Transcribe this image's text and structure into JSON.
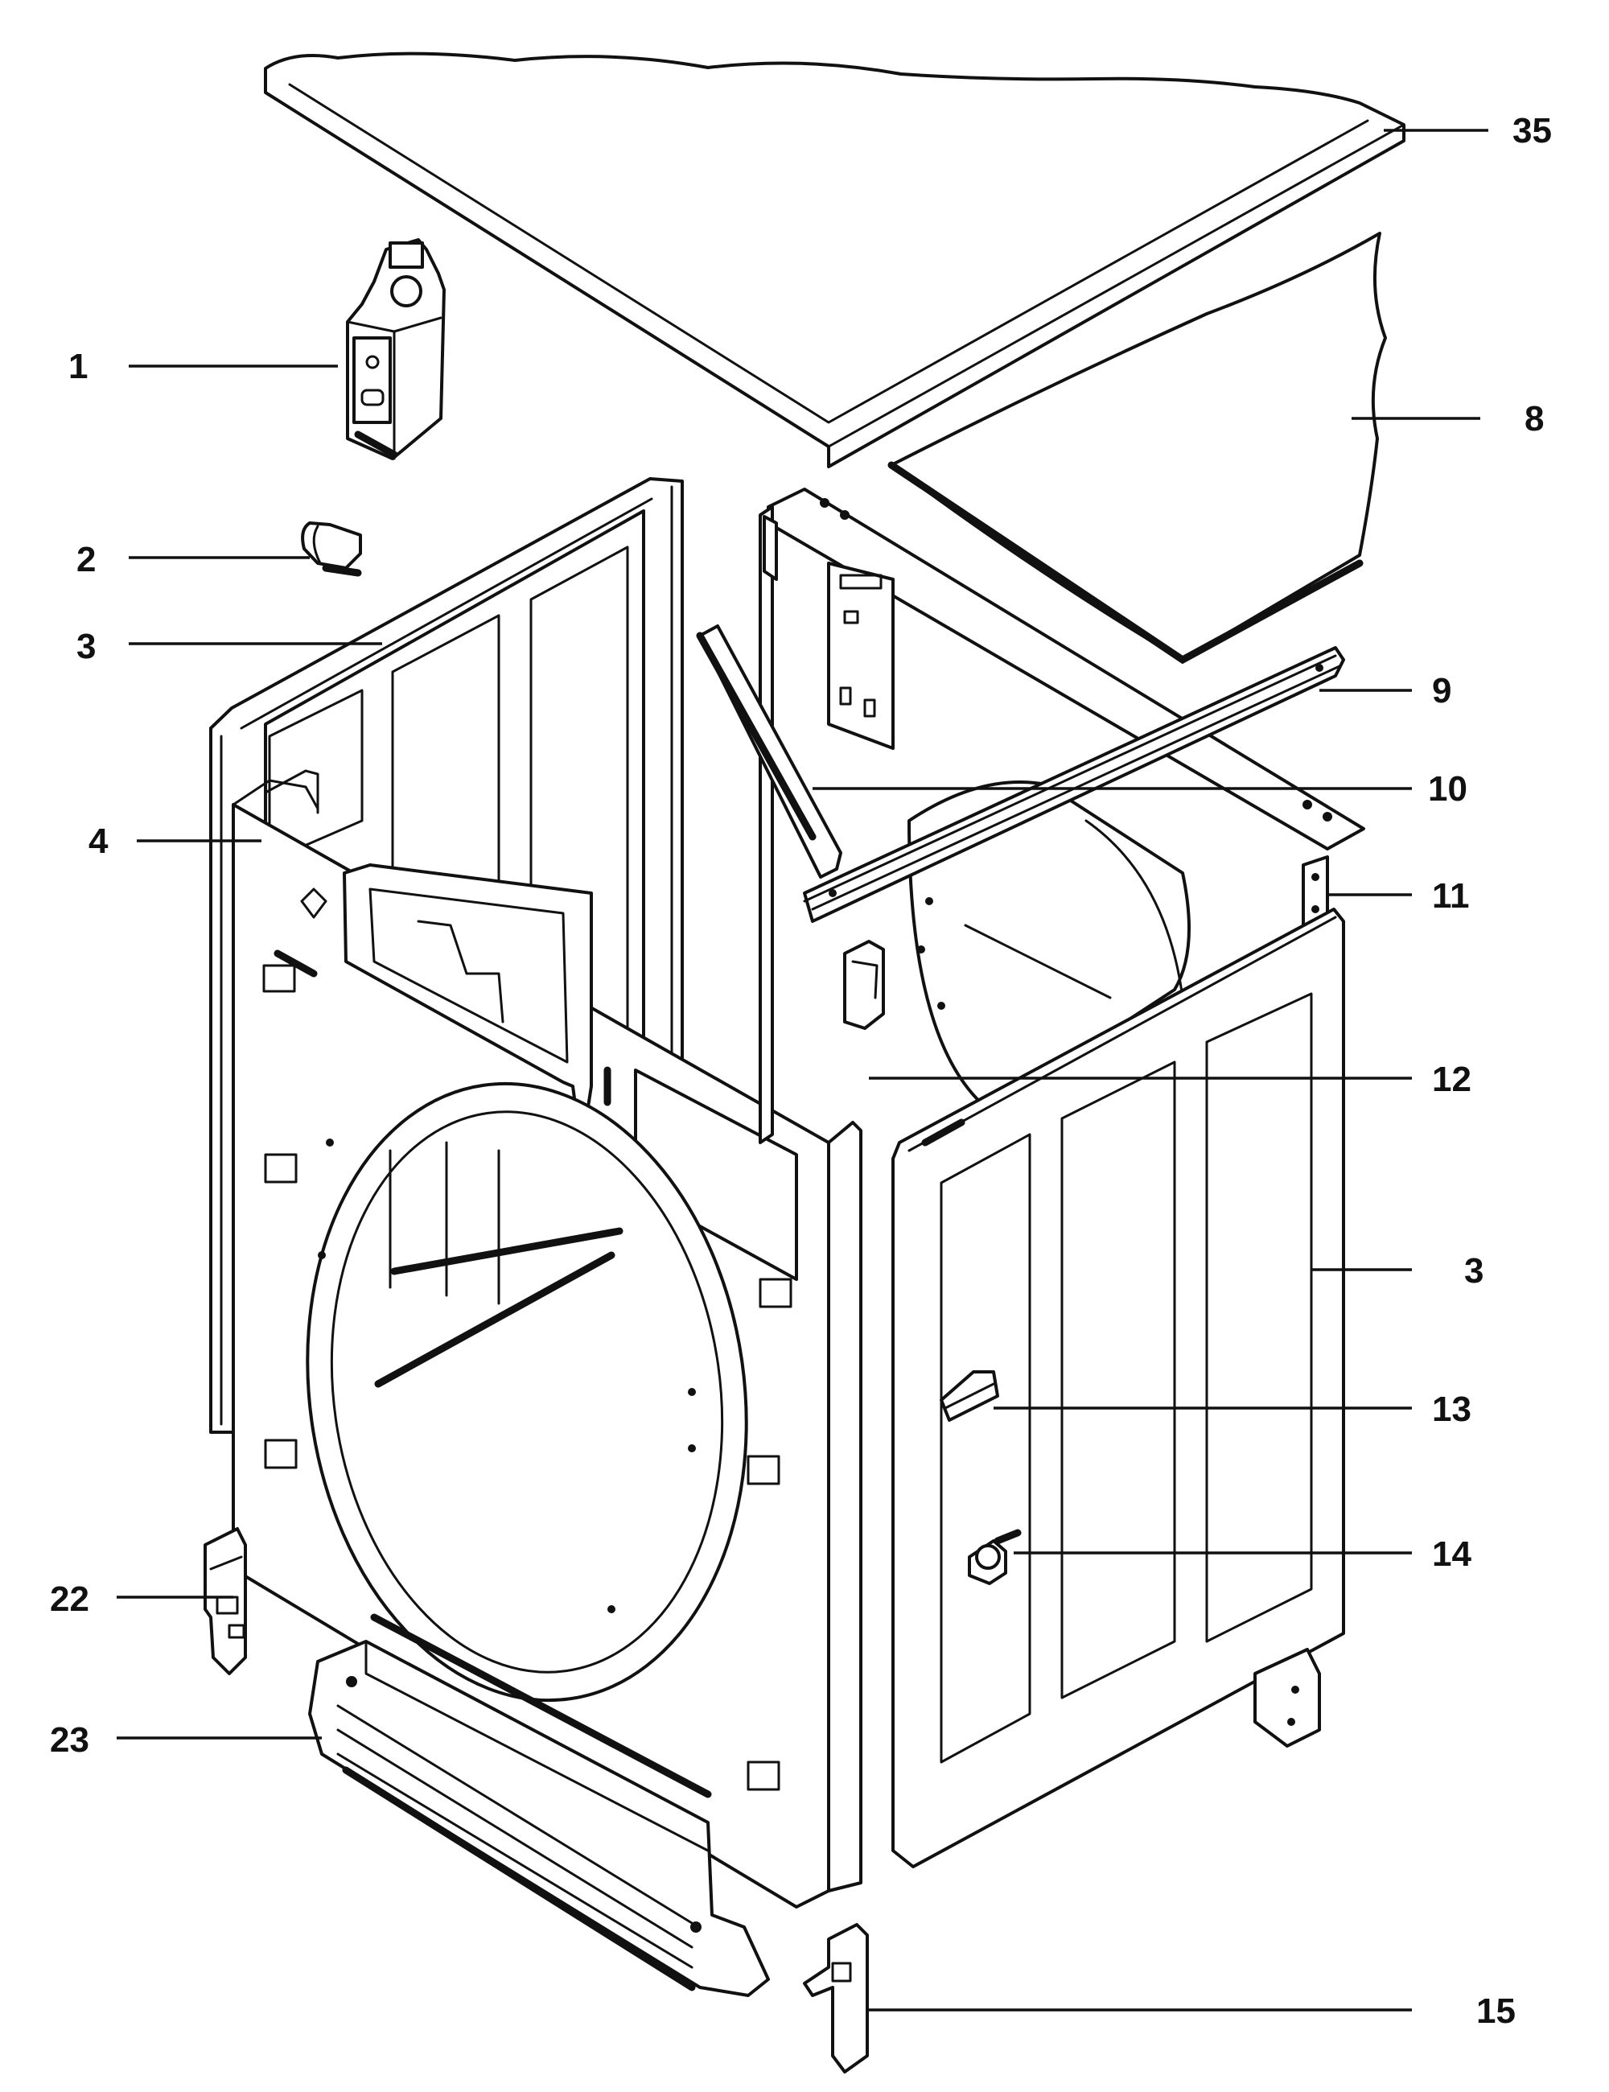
{
  "diagram": {
    "kind": "exploded-parts-view",
    "line_color": "#111111",
    "background_color": "#ffffff",
    "callouts": [
      {
        "id": "1",
        "label": "1"
      },
      {
        "id": "2",
        "label": "2"
      },
      {
        "id": "3a",
        "label": "3"
      },
      {
        "id": "4",
        "label": "4"
      },
      {
        "id": "35",
        "label": "35"
      },
      {
        "id": "8",
        "label": "8"
      },
      {
        "id": "9",
        "label": "9"
      },
      {
        "id": "10",
        "label": "10"
      },
      {
        "id": "11",
        "label": "11"
      },
      {
        "id": "12",
        "label": "12"
      },
      {
        "id": "3b",
        "label": "3"
      },
      {
        "id": "13",
        "label": "13"
      },
      {
        "id": "14",
        "label": "14"
      },
      {
        "id": "22",
        "label": "22"
      },
      {
        "id": "23",
        "label": "23"
      },
      {
        "id": "15",
        "label": "15"
      }
    ]
  }
}
